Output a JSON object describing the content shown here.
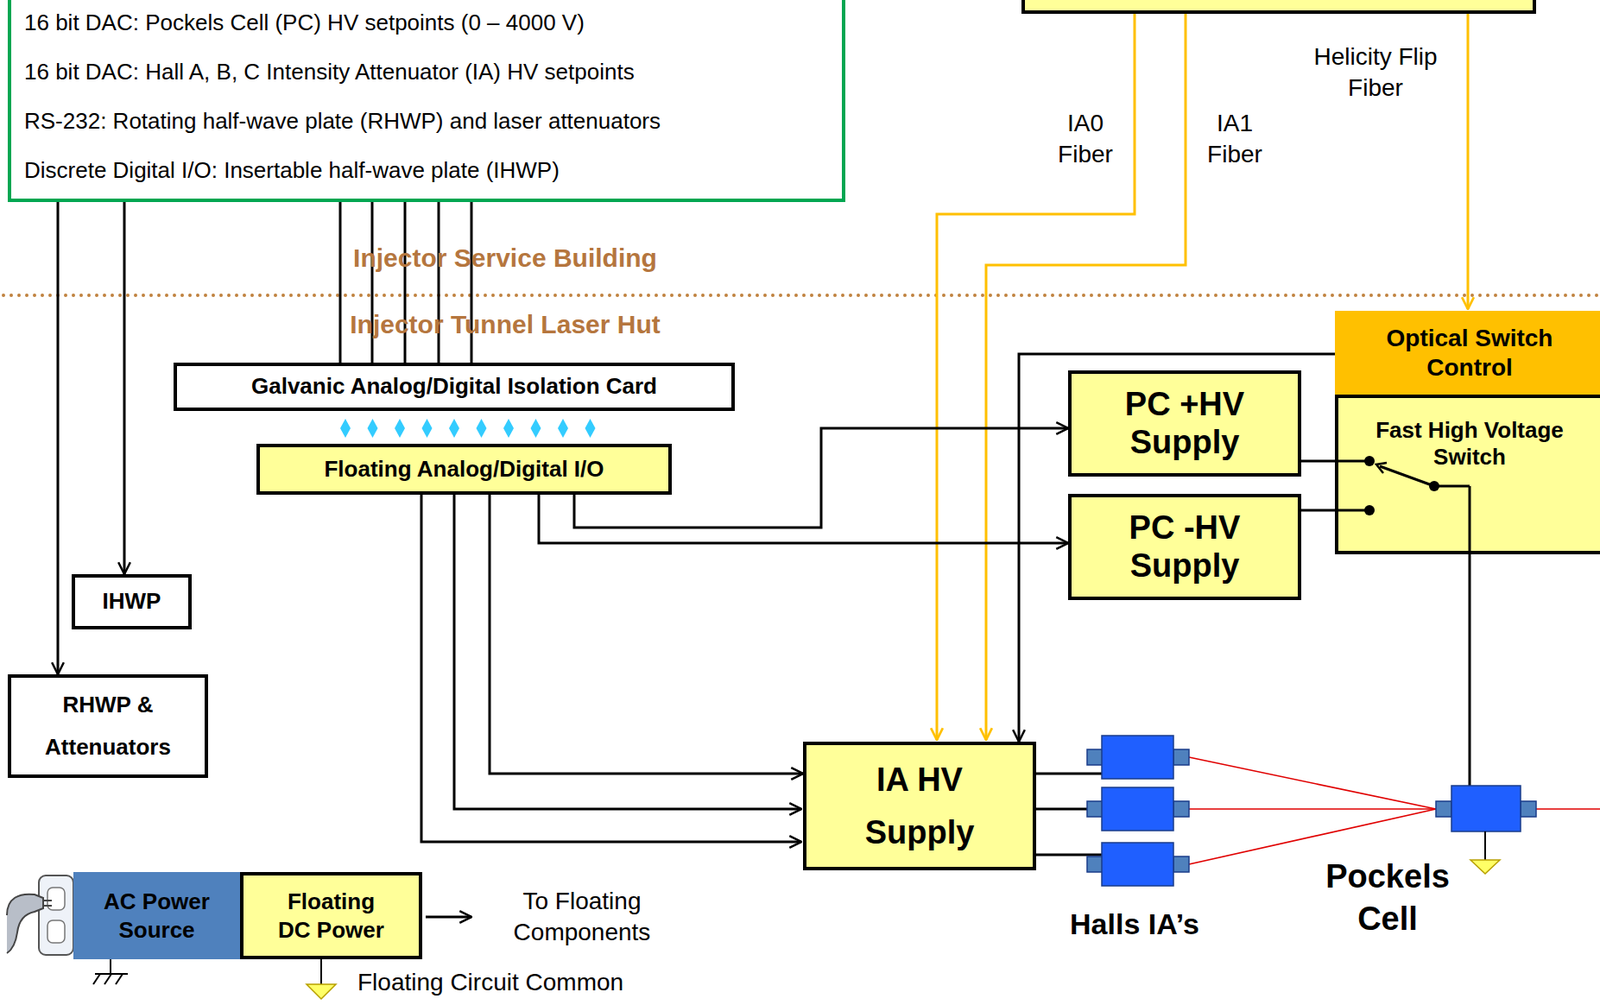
{
  "diagram": {
    "nodes": [
      {
        "text": [
          "16 bit DAC: Pockels Cell (PC) HV setpoints (0 – 4000 V)",
          "16 bit DAC: Hall A, B, C Intensity Attenuator (IA) HV setpoints",
          "RS-232: Rotating half-wave plate (RHWP) and laser attenuators",
          "Discrete Digital I/O: Insertable half-wave plate (IHWP)"
        ]
      },
      {
        "text": [
          "Galvanic Analog/Digital Isolation Card"
        ]
      },
      {
        "text": [
          "Floating Analog/Digital I/O"
        ]
      },
      {
        "text": [
          "Optical Switch Control",
          "Fast High Voltage Switch"
        ]
      },
      {
        "text": [
          "PC +HV Supply"
        ]
      },
      {
        "text": [
          "PC -HV Supply"
        ]
      },
      {
        "text": [
          "IHWP"
        ]
      },
      {
        "text": [
          "RHWP & Attenuators"
        ]
      },
      {
        "text": [
          "IA HV Supply"
        ]
      },
      {
        "text": [
          "AC Power Source"
        ]
      },
      {
        "text": [
          "Floating DC Power"
        ]
      }
    ],
    "edges": [
      {
        "from": 0,
        "to": 7,
        "arrow": "to"
      },
      {
        "from": 0,
        "to": 6,
        "arrow": "to"
      },
      {
        "from": 0,
        "to": 1,
        "arrow": "none"
      },
      {
        "from": 2,
        "to": 4,
        "arrow": "to"
      },
      {
        "from": 2,
        "to": 5,
        "arrow": "to"
      },
      {
        "from": 2,
        "to": 8,
        "arrow": "to"
      },
      {
        "from": 3,
        "to": 8,
        "arrow": "to"
      },
      {
        "from": 4,
        "to": 3,
        "arrow": "none"
      },
      {
        "from": 5,
        "to": 3,
        "arrow": "none"
      }
    ],
    "labels": [
      "Helicity Flip Fiber",
      "IA0 Fiber",
      "IA1 Fiber",
      "Injector Service Building",
      "Injector Tunnel Laser Hut",
      "Halls IA’s",
      "Pockels Cell",
      "To Floating Components",
      "Floating Circuit Common"
    ]
  }
}
